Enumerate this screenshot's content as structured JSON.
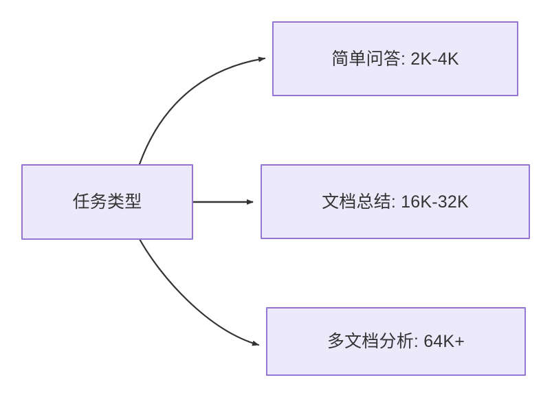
{
  "diagram": {
    "type": "flowchart",
    "direction": "left-to-right",
    "background_color": "#ffffff",
    "node_fill_color": "#ece9fb",
    "node_border_color": "#9575d4",
    "node_text_color": "#333333",
    "edge_color": "#333333",
    "source_node": {
      "id": "task-type",
      "label": "任务类型"
    },
    "target_nodes": [
      {
        "id": "simple-qa",
        "label": "简单问答: 2K-4K"
      },
      {
        "id": "doc-summary",
        "label": "文档总结: 16K-32K"
      },
      {
        "id": "multi-doc-analysis",
        "label": "多文档分析: 64K+"
      }
    ],
    "edges": [
      {
        "id": "edge-0",
        "from": "任务类型",
        "to": "简单问答: 2K-4K",
        "style": "curved",
        "arrow": "arrow-head-icon",
        "label": ""
      },
      {
        "id": "edge-1",
        "from": "任务类型",
        "to": "文档总结: 16K-32K",
        "style": "straight",
        "arrow": "arrow-head-icon",
        "label": ""
      },
      {
        "id": "edge-2",
        "from": "任务类型",
        "to": "多文档分析: 64K+",
        "style": "curved",
        "arrow": "arrow-head-icon",
        "label": ""
      }
    ]
  }
}
